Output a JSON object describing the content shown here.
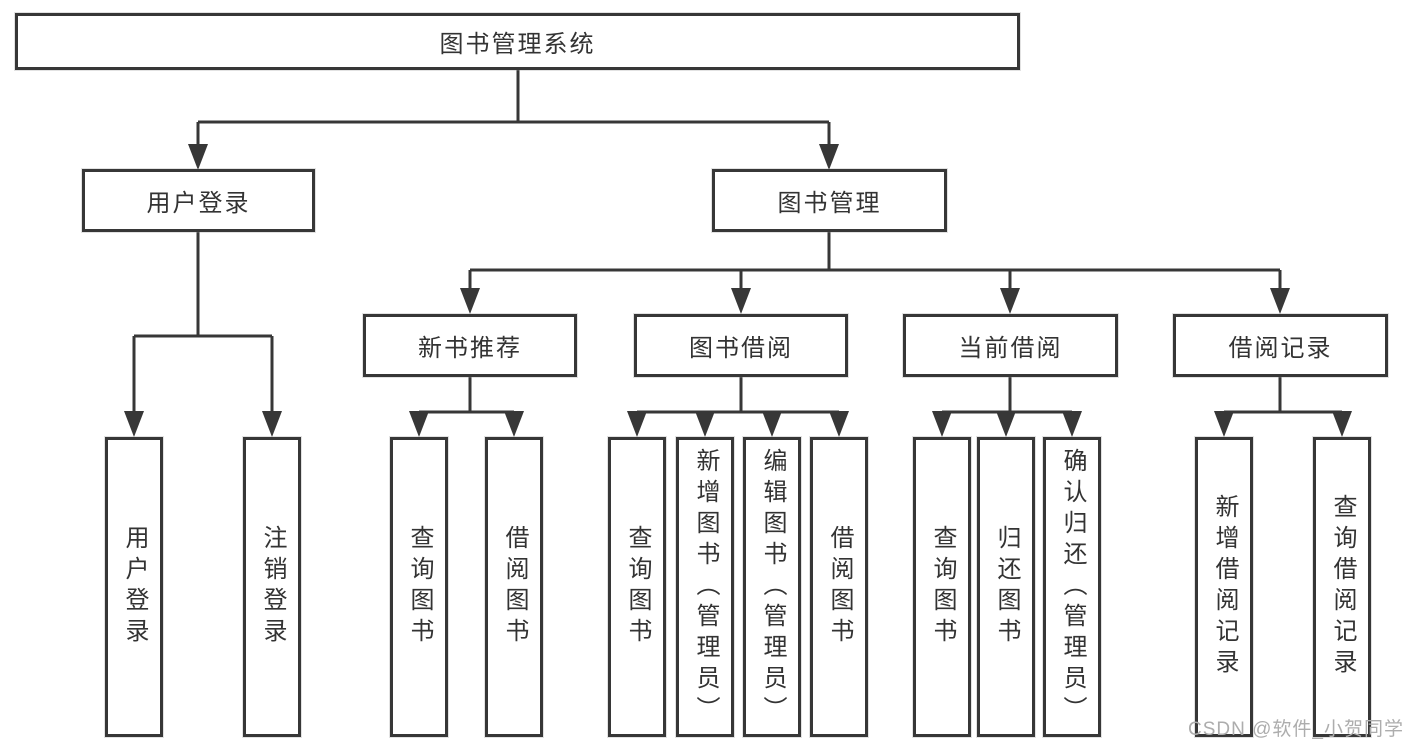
{
  "title": "图书管理系统",
  "watermark": "CSDN @软件_小贺同学",
  "colors": {
    "line": "#373737",
    "text": "#333333",
    "background": "#ffffff",
    "watermark": "#adadad"
  },
  "nodes": {
    "root": {
      "label": "图书管理系统"
    },
    "level1": [
      {
        "label": "用户登录"
      },
      {
        "label": "图书管理"
      }
    ],
    "level2": [
      {
        "label": "新书推荐"
      },
      {
        "label": "图书借阅"
      },
      {
        "label": "当前借阅"
      },
      {
        "label": "借阅记录"
      }
    ],
    "leaves": [
      {
        "label": "用户登录",
        "parent": "用户登录"
      },
      {
        "label": "注销登录",
        "parent": "用户登录"
      },
      {
        "label": "查询图书",
        "parent": "新书推荐"
      },
      {
        "label": "借阅图书",
        "parent": "新书推荐"
      },
      {
        "label": "查询图书",
        "parent": "图书借阅"
      },
      {
        "label": "新增图书（管理员）",
        "parent": "图书借阅"
      },
      {
        "label": "编辑图书（管理员）",
        "parent": "图书借阅"
      },
      {
        "label": "借阅图书",
        "parent": "图书借阅"
      },
      {
        "label": "查询图书",
        "parent": "当前借阅"
      },
      {
        "label": "归还图书",
        "parent": "当前借阅"
      },
      {
        "label": "确认归还（管理员）",
        "parent": "当前借阅"
      },
      {
        "label": "新增借阅记录",
        "parent": "借阅记录"
      },
      {
        "label": "查询借阅记录",
        "parent": "借阅记录"
      }
    ]
  }
}
